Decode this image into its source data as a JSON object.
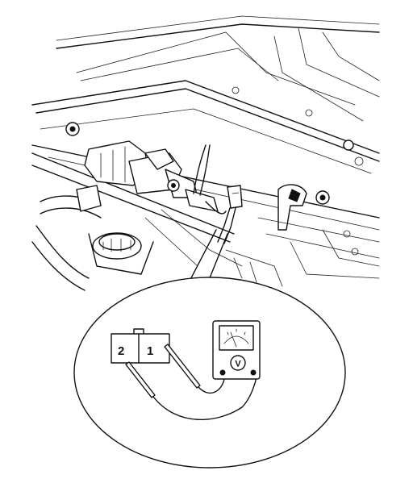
{
  "connector": {
    "pin_left": "2",
    "pin_right": "1"
  },
  "meter": {
    "unit_symbol": "V"
  },
  "icons": [
    "voltmeter-icon",
    "connector-icon",
    "probe-icon"
  ]
}
